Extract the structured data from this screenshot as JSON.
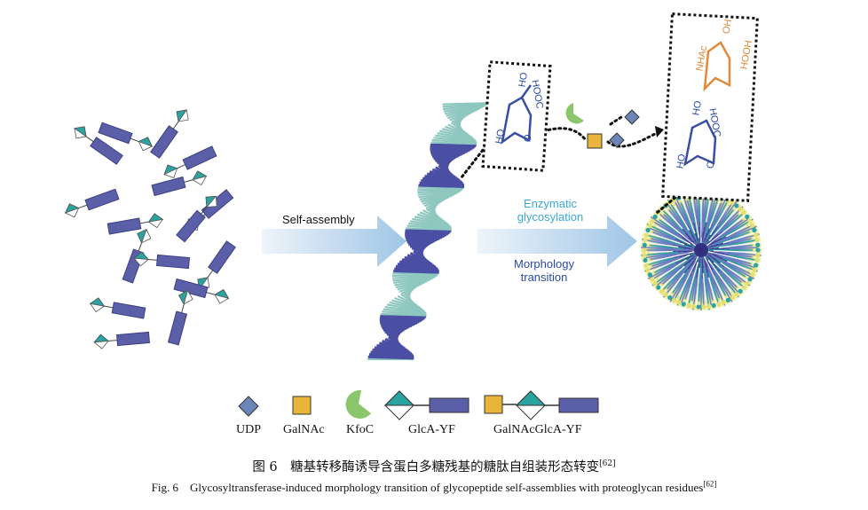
{
  "labels": {
    "self_assembly": "Self-assembly",
    "enzymatic_line1": "Enzymatic",
    "enzymatic_line2": "glycosylation",
    "morphology_line1": "Morphology",
    "morphology_line2": "transition"
  },
  "legend": [
    {
      "label": "UDP"
    },
    {
      "label": "GalNAc"
    },
    {
      "label": "KfoC"
    },
    {
      "label": "GlcA-YF"
    },
    {
      "label": "GalNAcGlcA-YF"
    }
  ],
  "structures": {
    "ho_1": "HO",
    "ho_2": "HO",
    "hooc": "HOOC",
    "o_ring": "O",
    "ho_upper_1": "HO",
    "ho_upper_2": "HO",
    "hooc_upper": "HOOC",
    "nhac": "NHAc",
    "o_upper": "O",
    "oh_top": "OH",
    "hooh": "HOOH"
  },
  "caption": {
    "cn_prefix": "图 6　糖基转移酶诱导含蛋白多糖残基的糖肽自组装形态转变",
    "cn_ref": "[62]",
    "en_prefix": "Fig. 6　Glycosyltransferase-induced morphology transition of glycopeptide self-assemblies with proteoglycan residues",
    "en_ref": "[62]"
  },
  "colors": {
    "rod": "#5b5fa8",
    "rod_stroke": "#3c3f80",
    "teal": "#2aa4a0",
    "galnac": "#e8b53a",
    "udp": "#6c86b8",
    "kfoc": "#8cc66c",
    "arrow_from": "#e8f0f8",
    "arrow_to": "#9cc3e4",
    "blue_text": "#2b4aa8",
    "cyan_text": "#3aa8d8",
    "orange": "#e08a3a"
  }
}
